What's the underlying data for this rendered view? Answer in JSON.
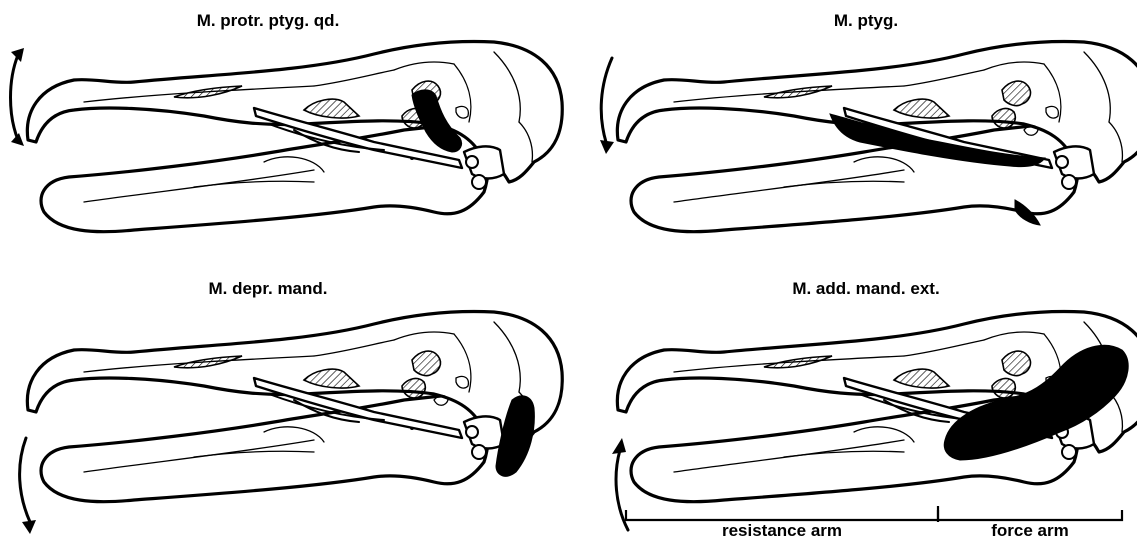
{
  "panels": [
    {
      "id": "top-left",
      "title": "M. protr. ptyg. qd."
    },
    {
      "id": "top-right",
      "title": "M. ptyg."
    },
    {
      "id": "bottom-left",
      "title": "M. depr. mand."
    },
    {
      "id": "bottom-right",
      "title": "M. add. mand. ext."
    }
  ],
  "lever": {
    "resistance_label": "resistance arm",
    "force_label": "force arm"
  }
}
